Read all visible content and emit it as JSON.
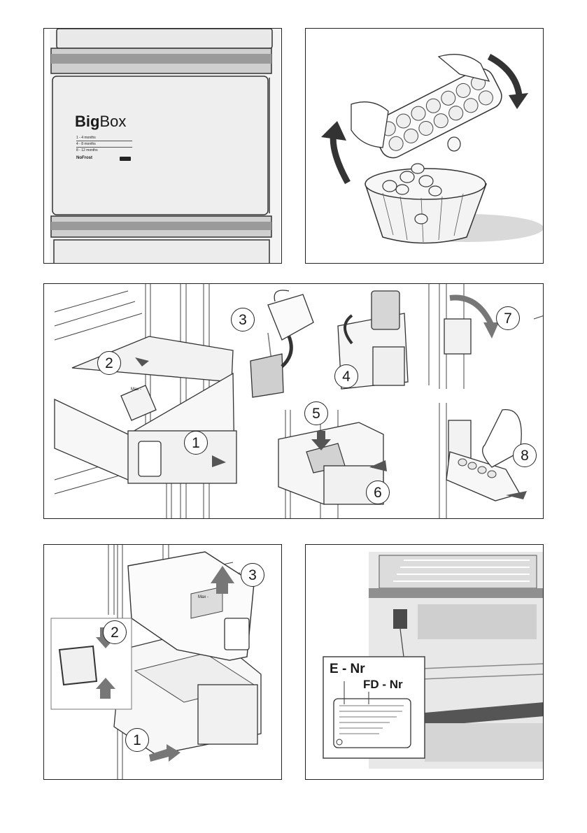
{
  "panel1": {
    "brand_bold": "Big",
    "brand_light": "Box",
    "rows": [
      "1 - 4 months",
      "4 - 8 months",
      "8 - 12 months"
    ],
    "nofrost": "NoFrost",
    "icons": [
      "fish-icon",
      "meat-icon",
      "vegetable-icon",
      "ice-cream-icon"
    ]
  },
  "panel2": {
    "description_icons": [
      "ice-cube-tray-icon",
      "bowl-icon",
      "rotate-arrow-icon"
    ]
  },
  "panel3": {
    "steps": [
      "1",
      "2",
      "3",
      "4",
      "5",
      "6",
      "7",
      "8"
    ],
    "max_label": "Max -"
  },
  "panel4": {
    "steps": [
      "1",
      "2",
      "3"
    ],
    "max_label": "Max -"
  },
  "panel5": {
    "enr": "E - Nr",
    "fdnr": "FD - Nr"
  }
}
